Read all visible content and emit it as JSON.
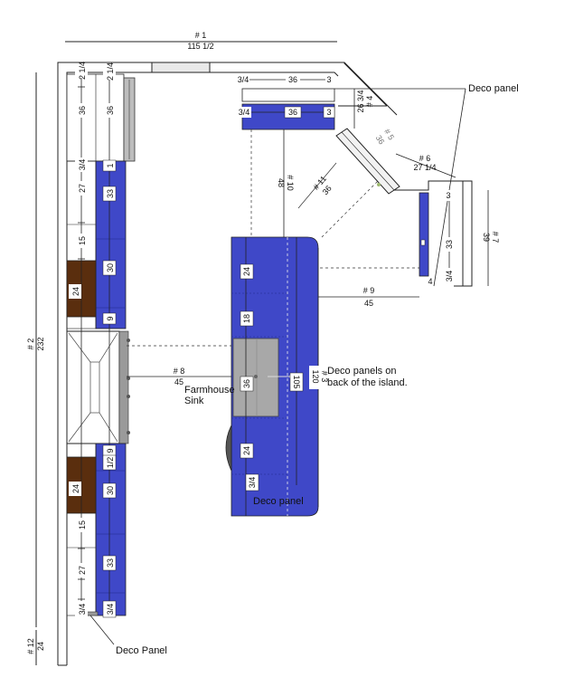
{
  "colors": {
    "cabinet": "#3f48c8",
    "cabinet_dark": "#2b33a0",
    "wood": "#5a2e0e",
    "sink": "#a8a8a8",
    "wall": "#ffffff",
    "line": "#222222"
  },
  "walls": {
    "w1": {
      "num": "# 1",
      "len": "115 1/2"
    },
    "w2": {
      "num": "# 2",
      "len": "232"
    },
    "w4": {
      "num": "# 4",
      "len": "26 3/4"
    },
    "w5": {
      "num": "# 5",
      "len": "36"
    },
    "w6": {
      "num": "# 6",
      "len": "27 1/4"
    },
    "w7": {
      "num": "# 7",
      "len": "39"
    },
    "w8": {
      "num": "# 8",
      "len": "45"
    },
    "w9": {
      "num": "# 9",
      "len": "45"
    },
    "w10": {
      "num": "# 10",
      "len": "48"
    },
    "w11": {
      "num": "# 11",
      "len": "36"
    },
    "w12": {
      "num": "# 12",
      "len": "24"
    },
    "w3": {
      "num": "# 3",
      "len": "120"
    }
  },
  "left_run": {
    "outer": [
      "2 1/4",
      "36",
      "3/4",
      "27",
      "15",
      "3/4"
    ],
    "inner": [
      "2 1/4",
      "36",
      "1",
      "33",
      "30",
      "9",
      "9",
      "1/2",
      "30",
      "33",
      "3/4"
    ],
    "ovens": [
      "24",
      "24"
    ]
  },
  "top_run": {
    "upper": [
      "3/4",
      "36",
      "3"
    ],
    "lower": [
      "3/4",
      "36",
      "3"
    ]
  },
  "right_run": [
    "3",
    "33",
    "3/4"
  ],
  "island": {
    "sections": [
      "24",
      "18",
      "36",
      "24",
      "3/4"
    ],
    "length": "105"
  },
  "labels": {
    "deco_panel_top": "Deco panel",
    "deco_panels_island": "Deco panels on back of the island.",
    "farmhouse": "Farmhouse",
    "sink": "Sink",
    "deco_panel_island": "Deco panel",
    "deco_panel_bottom": "Deco Panel"
  }
}
